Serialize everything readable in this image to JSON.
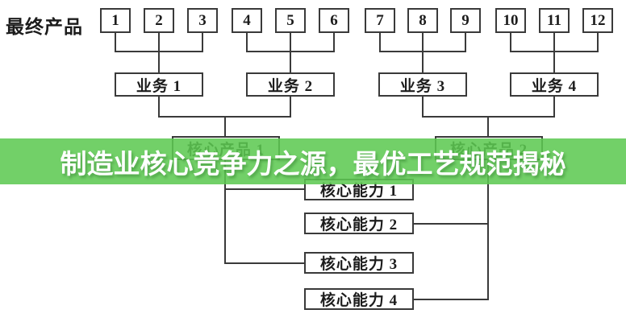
{
  "banner": {
    "text": "制造业核心竞争力之源，最优工艺规范揭秘",
    "bg_color": "#5dc952",
    "text_color": "#ffffff"
  },
  "diagram": {
    "row_label": "最终产品",
    "line_color": "#3a3a3a",
    "products": [
      "1",
      "2",
      "3",
      "4",
      "5",
      "6",
      "7",
      "8",
      "9",
      "10",
      "11",
      "12"
    ],
    "businesses": [
      "业务 1",
      "业务 2",
      "业务 3",
      "业务 4"
    ],
    "core_products": [
      "核心产品 1",
      "核心产品 2"
    ],
    "core_competences": [
      "核心能力 1",
      "核心能力 2",
      "核心能力 3",
      "核心能力 4"
    ]
  }
}
